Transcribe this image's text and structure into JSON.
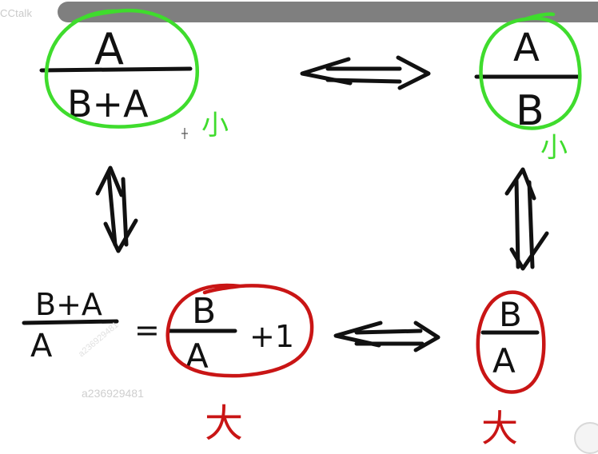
{
  "app": {
    "logo_text": "CCtalk"
  },
  "watermark": {
    "id_text": "a236929481",
    "diag_text": "a236929481"
  },
  "board": {
    "top_left": {
      "numerator": "A",
      "denominator": "B+A",
      "note": "小"
    },
    "top_right": {
      "numerator": "A",
      "denominator": "B",
      "note": "小"
    },
    "bottom_left": {
      "numerator": "B+A",
      "denominator": "A",
      "equals": "="
    },
    "bottom_middle": {
      "numerator": "B",
      "denominator": "A",
      "suffix": "+1",
      "note": "大"
    },
    "bottom_right": {
      "numerator": "B",
      "denominator": "A",
      "note": "大"
    }
  },
  "colors": {
    "ink": "#111111",
    "green": "#3fdc2d",
    "red": "#c91515",
    "top_bar": "#7f7f7f"
  }
}
